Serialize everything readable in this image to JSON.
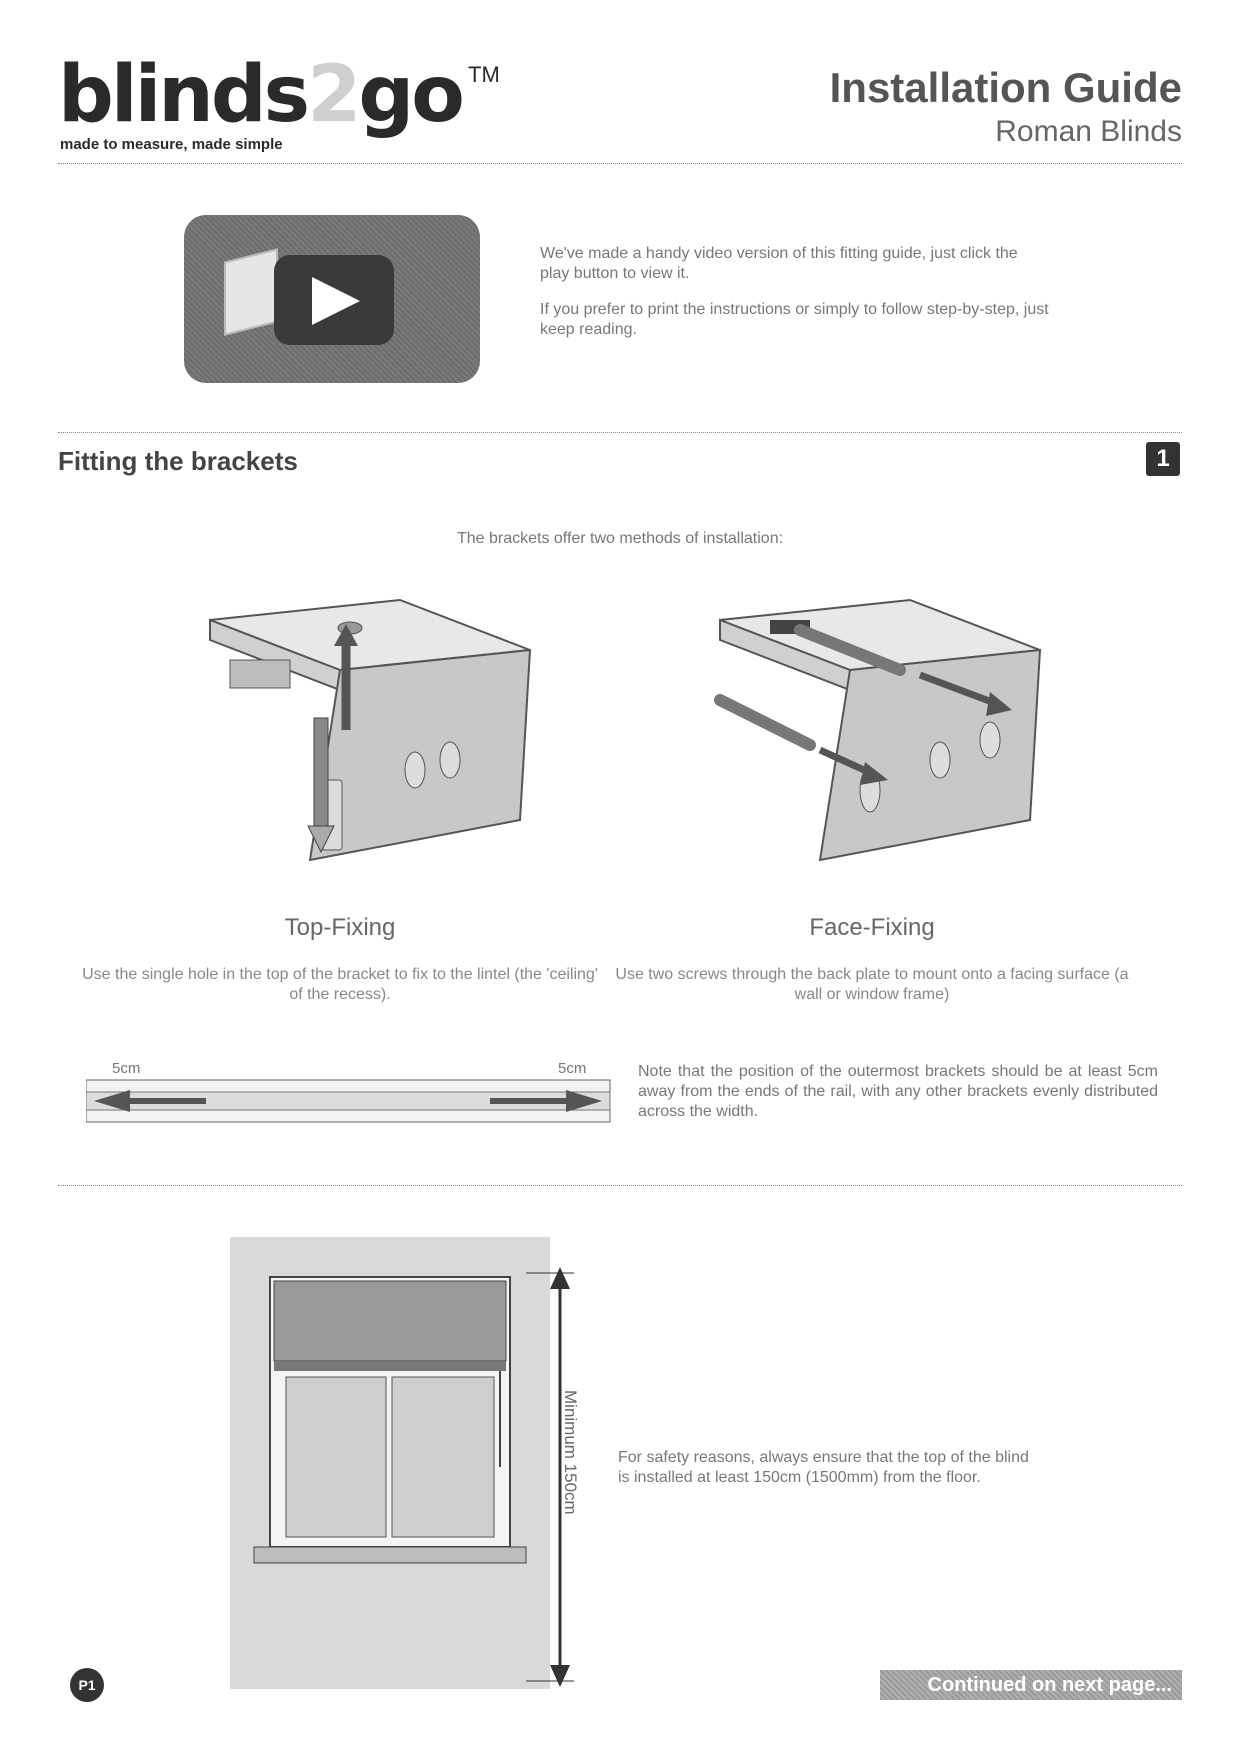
{
  "header": {
    "logo_text_a": "blinds",
    "logo_text_b": "2",
    "logo_text_c": "go",
    "logo_tm": "TM",
    "logo_tagline": "made to measure, made simple",
    "title": "Installation Guide",
    "subtitle": "Roman Blinds"
  },
  "video": {
    "paragraph1": "We've made a handy video version of this fitting guide, just click the play button to view it.",
    "paragraph2": "If you prefer to print the instructions or simply to follow step-by-step, just keep reading."
  },
  "section1": {
    "title": "Fitting the brackets",
    "number": "1",
    "intro": "The brackets offer two methods of installation:",
    "top_fixing": {
      "title": "Top-Fixing",
      "text": "Use the single hole in the top of the bracket to fix to the lintel (the 'ceiling' of the recess)."
    },
    "face_fixing": {
      "title": "Face-Fixing",
      "text": "Use two screws through the back plate to mount onto a facing surface (a wall or window frame)"
    },
    "rail": {
      "left_label": "5cm",
      "right_label": "5cm"
    },
    "note": "Note that the position of the outermost brackets should be at least 5cm away from the ends of the rail, with any other brackets evenly distributed across the width."
  },
  "safety": {
    "dimension_label": "Minimum 150cm",
    "text": "For safety reasons, always ensure that the top of the blind is installed at least 150cm (1500mm) from the floor."
  },
  "footer": {
    "page_badge": "P1",
    "continued": "Continued on next page..."
  }
}
